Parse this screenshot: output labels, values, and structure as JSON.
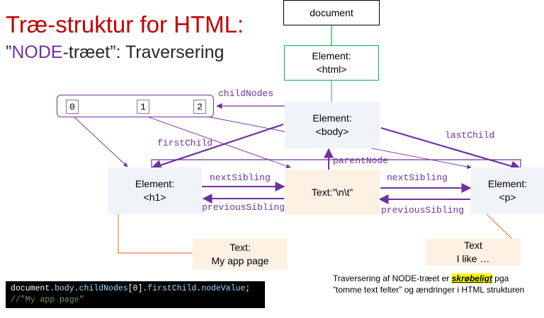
{
  "title": {
    "line1": "Træ-struktur for HTML:",
    "quote_open": "”",
    "node": "NODE",
    "rest": "-træet”: Traversering"
  },
  "nodes": {
    "document": "document",
    "html": [
      "Element:",
      "<html>"
    ],
    "body": [
      "Element:",
      "<body>"
    ],
    "h1": [
      "Element:",
      "<h1>"
    ],
    "text_mid": "Text:”\\n\\t”",
    "p": [
      "Element:",
      "<p>"
    ],
    "text_app": [
      "Text:",
      "My app page"
    ],
    "text_like": [
      "Text",
      "I like …"
    ]
  },
  "childnodes_indices": [
    "0",
    "1",
    "2"
  ],
  "labels": {
    "childNodes": "childNodes",
    "firstChild": "firstChild",
    "lastChild": "lastChild",
    "parentNode": "parentNode",
    "nextSibling_left": "nextSibling",
    "previousSibling_left": "previousSibling",
    "nextSibling_right": "nextSibling",
    "previousSibling_right": "previousSibling"
  },
  "code": {
    "document": "document",
    "dot1": ".",
    "body": "body",
    "dot2": ".",
    "childNodes": "childNodes",
    "index": "[0]",
    "dot3": ".",
    "firstChild": "firstChild",
    "dot4": ".",
    "nodeValue": "nodeValue",
    "semi": ";",
    "comment": "//”My app page”"
  },
  "note": {
    "before": "Traversering af NODE-træet er ",
    "highlight": "skrøbeligt",
    "after": " pga ”tomme text felter” og ændringer i HTML strukturen"
  },
  "colors": {
    "title_red": "#c00000",
    "purple": "#7030a0",
    "element_fill": "#f0f4f9",
    "text_fill": "#fdf1e4",
    "html_border": "#00b050",
    "highlight": "#ffff00"
  }
}
